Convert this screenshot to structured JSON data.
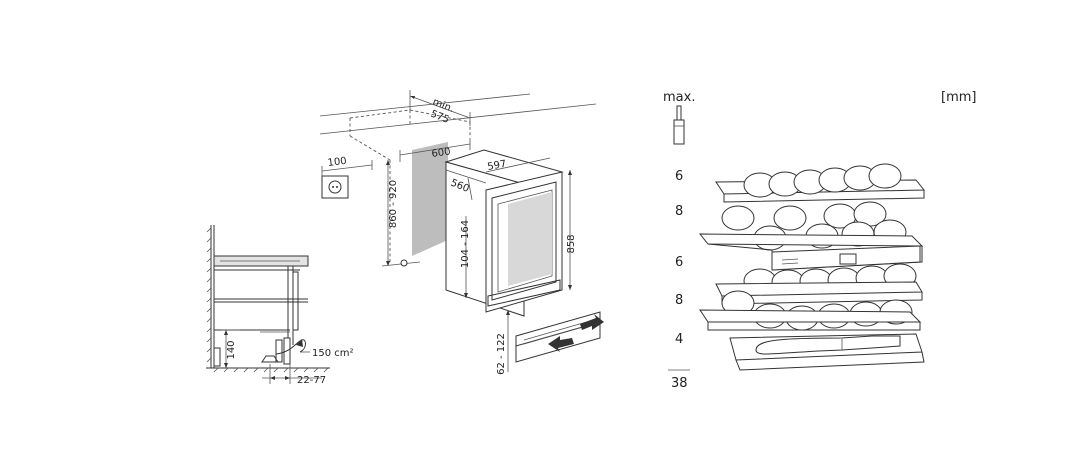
{
  "install": {
    "min": "min.",
    "d575": "575",
    "d600": "600",
    "d100": "100",
    "d597": "597",
    "d560": "560",
    "h860_920": "860 - 920",
    "h104_164": "104 - 164",
    "h858": "858",
    "h62_122": "62 - 122"
  },
  "side": {
    "d140": "140",
    "vent": "150 cm²",
    "d22_77": "22-77"
  },
  "capacity": {
    "max_label": "max.",
    "unit": "[mm]",
    "rows": [
      "6",
      "8",
      "6",
      "8",
      "4"
    ],
    "total": "38"
  }
}
